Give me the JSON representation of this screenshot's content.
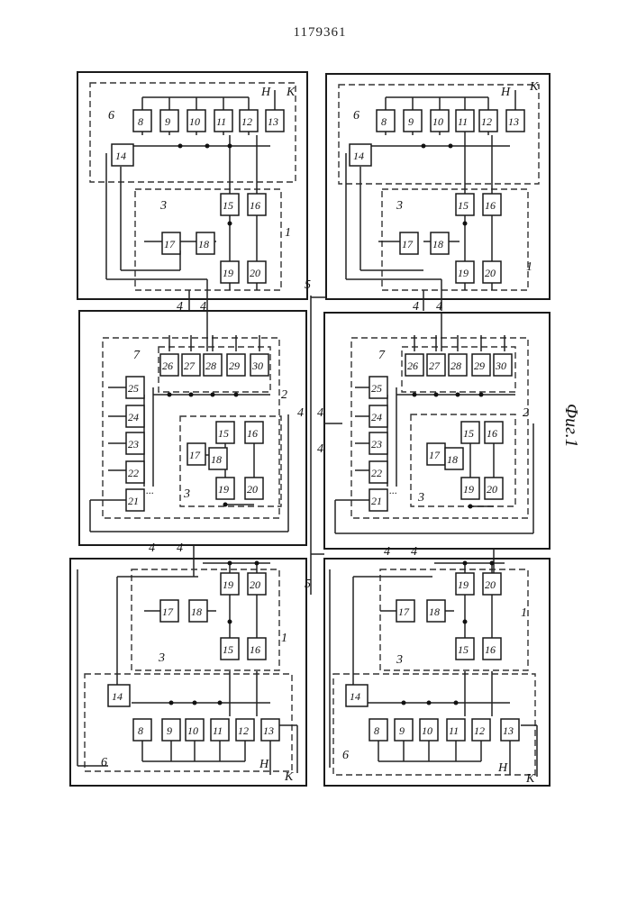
{
  "header": {
    "patent_number": "1179361"
  },
  "figure": {
    "caption": "Фиг.1"
  },
  "labels": {
    "n1": "1",
    "n2": "2",
    "n3": "3",
    "n4": "4",
    "n5": "5",
    "n6": "6",
    "n7": "7",
    "n8": "8",
    "n9": "9",
    "n10": "10",
    "n11": "11",
    "n12": "12",
    "n13": "13",
    "n14": "14",
    "n15": "15",
    "n16": "16",
    "n17": "17",
    "n18": "18",
    "n19": "19",
    "n20": "20",
    "n21": "21",
    "n22": "22",
    "n23": "23",
    "n24": "24",
    "n25": "25",
    "n26": "26",
    "n27": "27",
    "n28": "28",
    "n29": "29",
    "n30": "30",
    "H": "Н",
    "K": "К",
    "dots": "..."
  }
}
